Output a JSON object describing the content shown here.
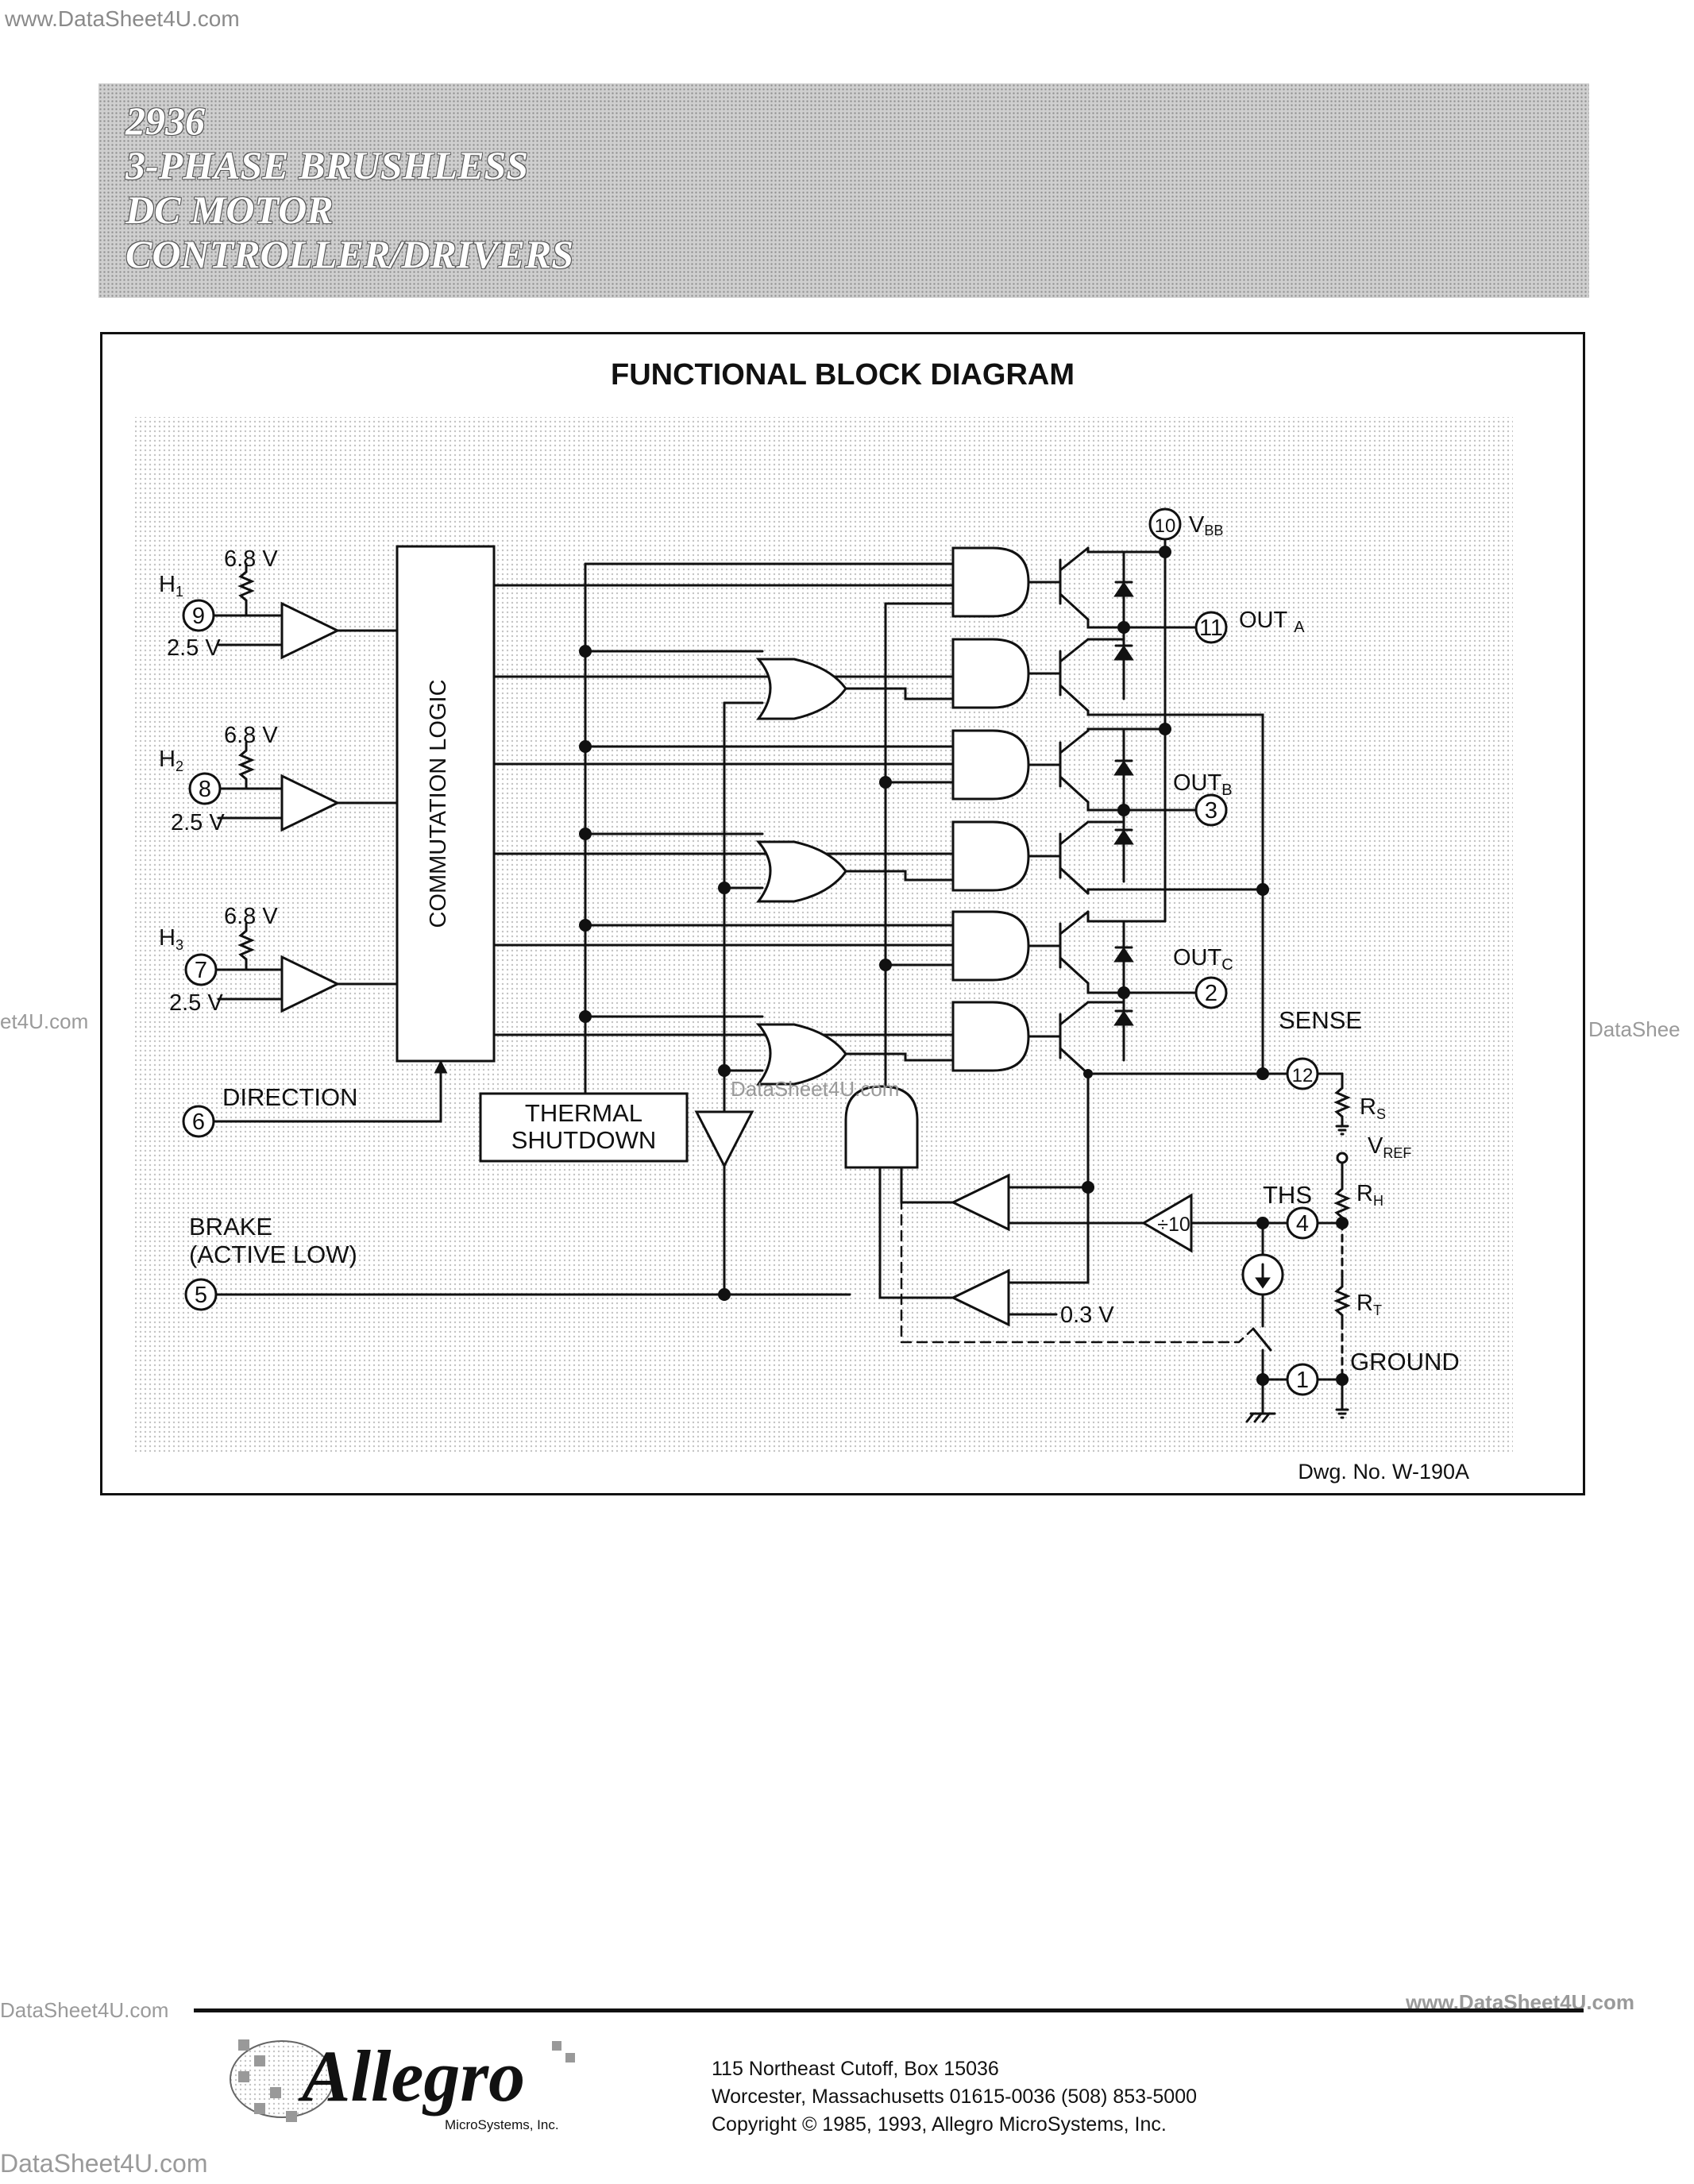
{
  "watermarks": {
    "top_left": "www.DataSheet4U.com",
    "mid_left": "et4U.com",
    "mid_center": "DataSheet4U.com",
    "mid_right": "DataShee",
    "bottom_left": "DataSheet4U.com",
    "bottom_right": "www.DataSheet4U.com",
    "footer_left": "DataSheet4U.com"
  },
  "header": {
    "part_number": "2936",
    "title_line1": "3-PHASE BRUSHLESS",
    "title_line2": "DC MOTOR",
    "title_line3": "CONTROLLER/DRIVERS"
  },
  "diagram": {
    "title": "FUNCTIONAL BLOCK DIAGRAM",
    "block_commutation": "COMMUTATION LOGIC",
    "block_thermal_line1": "THERMAL",
    "block_thermal_line2": "SHUTDOWN",
    "divider_label": "÷10",
    "h1": "H",
    "h1_sub": "1",
    "h2": "H",
    "h2_sub": "2",
    "h3": "H",
    "h3_sub": "3",
    "v68": "6.8 V",
    "v25": "2.5 V",
    "pin9": "9",
    "pin8": "8",
    "pin7": "7",
    "pin6": "6",
    "pin5": "5",
    "pin10": "10",
    "pin11": "11",
    "pin3": "3",
    "pin2": "2",
    "pin12": "12",
    "pin4": "4",
    "pin1": "1",
    "direction": "DIRECTION",
    "brake_line1": "BRAKE",
    "brake_line2": "(ACTIVE LOW)",
    "vbb": "V",
    "vbb_sub": "BB",
    "out_a": "OUT",
    "out_a_sub": "A",
    "out_b": "OUT",
    "out_b_sub": "B",
    "out_c": "OUT",
    "out_c_sub": "C",
    "sense": "SENSE",
    "rs": "R",
    "rs_sub": "S",
    "vref": "V",
    "vref_sub": "REF",
    "ths": "THS",
    "rh": "R",
    "rh_sub": "H",
    "rt": "R",
    "rt_sub": "T",
    "ground": "GROUND",
    "v03": "0.3 V",
    "dwg": "Dwg. No. W-190A"
  },
  "footer": {
    "logo_text": "Allegro",
    "logo_sub": "MicroSystems, Inc.",
    "address1": "115 Northeast Cutoff, Box 15036",
    "address2": "Worcester, Massachusetts 01615-0036  (508) 853-5000",
    "address3": "Copyright © 1985, 1993, Allegro MicroSystems, Inc."
  }
}
